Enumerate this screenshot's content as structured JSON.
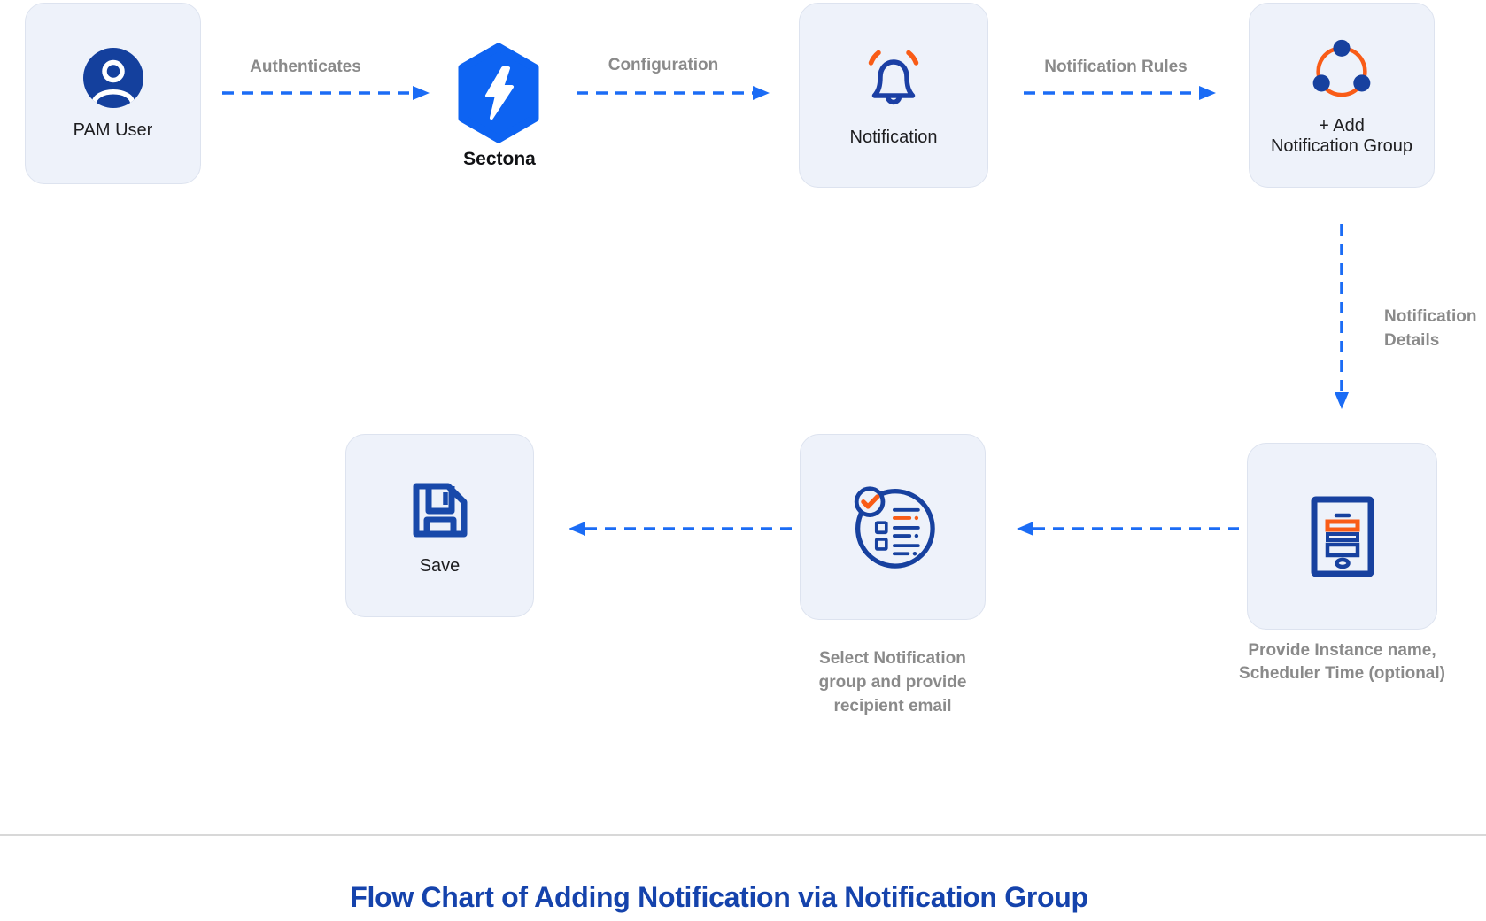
{
  "diagram_title": "Flow Chart of Adding Notification via Notification Group",
  "nodes": [
    {
      "id": "pam-user",
      "label": "PAM User",
      "icon": "user-icon"
    },
    {
      "id": "sectona",
      "label": "Sectona",
      "icon": "sectona-hexagon-logo-icon"
    },
    {
      "id": "notification",
      "label": "Notification",
      "icon": "bell-icon"
    },
    {
      "id": "add-notification-group",
      "label": "+ Add\nNotification Group",
      "icon": "notification-group-icon"
    },
    {
      "id": "provide-instance",
      "label": "Provide Instance name,\nScheduler Time (optional)",
      "icon": "form-icon"
    },
    {
      "id": "select-group",
      "label": "Select Notification\ngroup and provide\nrecipient email",
      "icon": "checklist-icon"
    },
    {
      "id": "save",
      "label": "Save",
      "icon": "save-icon"
    }
  ],
  "edges": [
    {
      "id": "authenticates",
      "label": "Authenticates",
      "from": "PAM User",
      "to": "Sectona"
    },
    {
      "id": "configuration",
      "label": "Configuration",
      "from": "Sectona",
      "to": "Notification"
    },
    {
      "id": "notification-rules",
      "label": "Notification Rules",
      "from": "Notification",
      "to": "+ Add Notification Group"
    },
    {
      "id": "notification-details",
      "label": "Notification\nDetails",
      "from": "+ Add Notification Group",
      "to": "Provide Instance name, Scheduler Time (optional)"
    },
    {
      "id": "instance-to-select",
      "label": "",
      "from": "Provide Instance name, Scheduler Time (optional)",
      "to": "Select Notification group and provide recipient email"
    },
    {
      "id": "select-to-save",
      "label": "",
      "from": "Select Notification group and provide recipient email",
      "to": "Save"
    }
  ],
  "colors": {
    "arrow_blue": "#1b6cf5",
    "brand_blue": "#0d63f2",
    "icon_navy": "#17419f",
    "icon_orange": "#f95c17",
    "card_background": "#eef2fa",
    "card_border": "#dde3ef",
    "gray_text": "#8a8a8a",
    "dark_text": "#1d1d1f",
    "title_blue": "#1543ac",
    "divider_gray": "#d8d8d8"
  }
}
